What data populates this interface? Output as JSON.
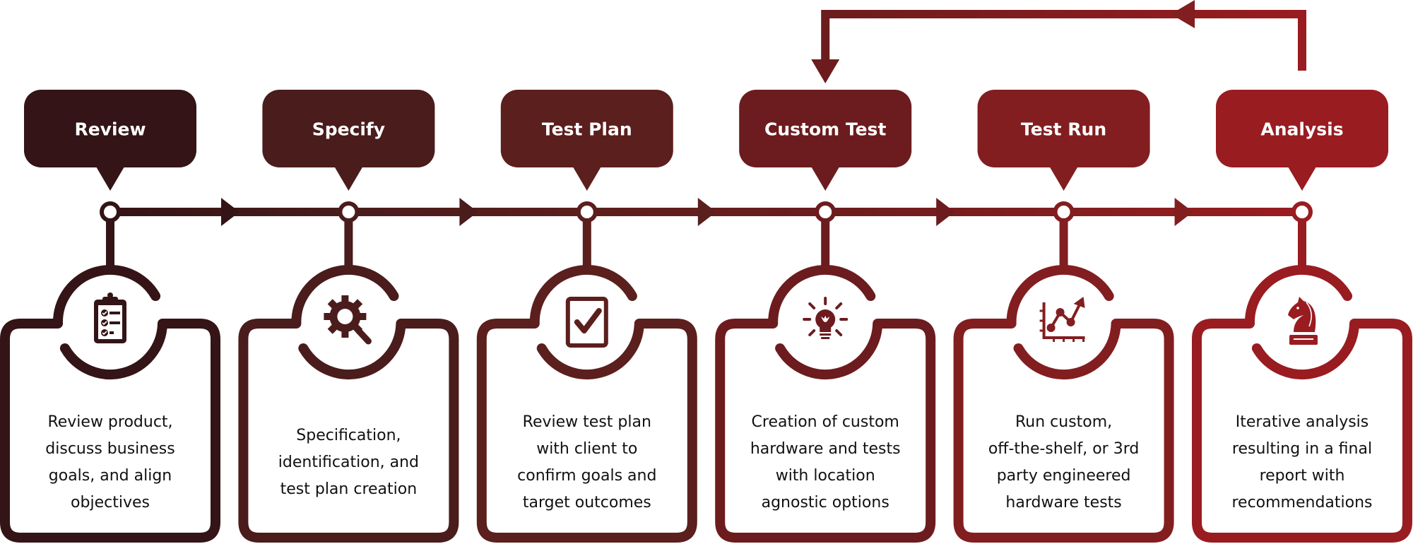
{
  "diagram": {
    "title": "Testing process flow",
    "loop_arrow": {
      "from": "Analysis",
      "to": "Custom Test"
    },
    "stages": [
      {
        "id": "review",
        "title": "Review",
        "icon": "clipboard-checklist-icon",
        "color": "#341416",
        "description": [
          "Review product,",
          "discuss business",
          "goals, and align",
          "objectives"
        ]
      },
      {
        "id": "specify",
        "title": "Specify",
        "icon": "gear-magnifier-icon",
        "color": "#4a1c1c",
        "description": [
          "Specification,",
          "identification, and",
          "test plan creation"
        ]
      },
      {
        "id": "test-plan",
        "title": "Test Plan",
        "icon": "checkbox-checked-icon",
        "color": "#5b1f1d",
        "description": [
          "Review test plan",
          "with client to",
          "confirm goals and",
          "target outcomes"
        ]
      },
      {
        "id": "custom-test",
        "title": "Custom Test",
        "icon": "lightbulb-icon",
        "color": "#6c1c1e",
        "description": [
          "Creation of custom",
          "hardware and tests",
          "with location",
          "agnostic options"
        ]
      },
      {
        "id": "test-run",
        "title": "Test Run",
        "icon": "line-chart-up-icon",
        "color": "#821e20",
        "description": [
          "Run custom,",
          "off-the-shelf, or 3rd",
          "party engineered",
          "hardware tests"
        ]
      },
      {
        "id": "analysis",
        "title": "Analysis",
        "icon": "chess-knight-icon",
        "color": "#991c21",
        "description": [
          "Iterative analysis",
          "resulting in a final",
          "report with",
          "recommendations"
        ]
      }
    ]
  }
}
